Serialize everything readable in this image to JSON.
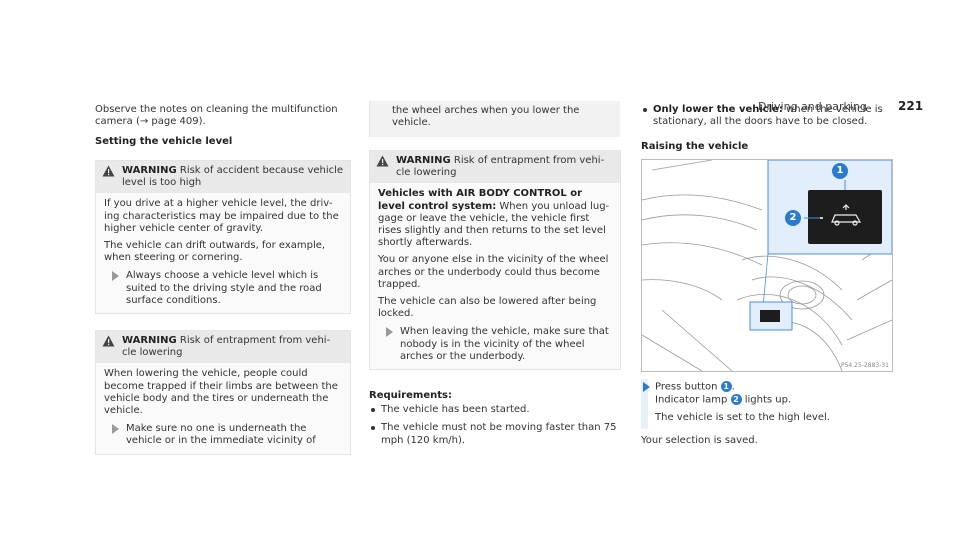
{
  "header": {
    "section": "Driving and parking",
    "page_number": "221"
  },
  "col1": {
    "intro": "Observe the notes on cleaning the multifunction camera (→ page 409).",
    "heading": "Setting the vehicle level",
    "warning1": {
      "label": "WARNING",
      "title": "Risk of accident because vehicle level is too high",
      "p1": "If you drive at a higher vehicle level, the driv- ing characteristics may be impaired due to the higher vehicle center of gravity.",
      "p2": "The vehicle can drift outwards, for example, when steering or cornering.",
      "step": "Always choose a vehicle level which is suited to the driving style and the road surface conditions."
    },
    "warning2": {
      "label": "WARNING",
      "title": "Risk of entrapment from vehi- cle lowering",
      "p1": "When lowering the vehicle, people could become trapped if their limbs are between the vehicle body and the tires or underneath the vehicle.",
      "step": "Make sure no one is underneath the vehicle or in the immediate vicinity of"
    }
  },
  "col2": {
    "cont": "the wheel arches when you lower the vehicle.",
    "warning3": {
      "label": "WARNING",
      "title": "Risk of entrapment from vehi- cle lowering",
      "subhead": "Vehicles with AIR BODY CONTROL or level control system:",
      "p1": "When you unload lug- gage or leave the vehicle, the vehicle first rises slightly and then returns to the set level shortly afterwards.",
      "p2": "You or anyone else in the vicinity of the wheel arches or the underbody could thus become trapped.",
      "p3": "The vehicle can also be lowered after being locked.",
      "step": "When leaving the vehicle, make sure that nobody is in the vicinity of the wheel arches or the underbody."
    },
    "requirements_label": "Requirements:",
    "requirements": [
      "The vehicle has been started.",
      "The vehicle must not be moving faster than 75 mph (120 km/h)."
    ]
  },
  "col3": {
    "bullet_bold": "Only lower the vehicle:",
    "bullet_text": "when the vehicle is stationary, all the doors have to be closed.",
    "heading": "Raising the vehicle",
    "step_a": "Press button",
    "step_b": ".",
    "step_c": "Indicator lamp",
    "step_d": "lights up.",
    "result": "The vehicle is set to the high level.",
    "footer": "Your selection is saved.",
    "callout1": "1",
    "callout2": "2",
    "image_ref": "P54.25-2883-31"
  },
  "colors": {
    "accent_blue": "#2a7ad0",
    "warning_bg": "#f2f2f2"
  }
}
